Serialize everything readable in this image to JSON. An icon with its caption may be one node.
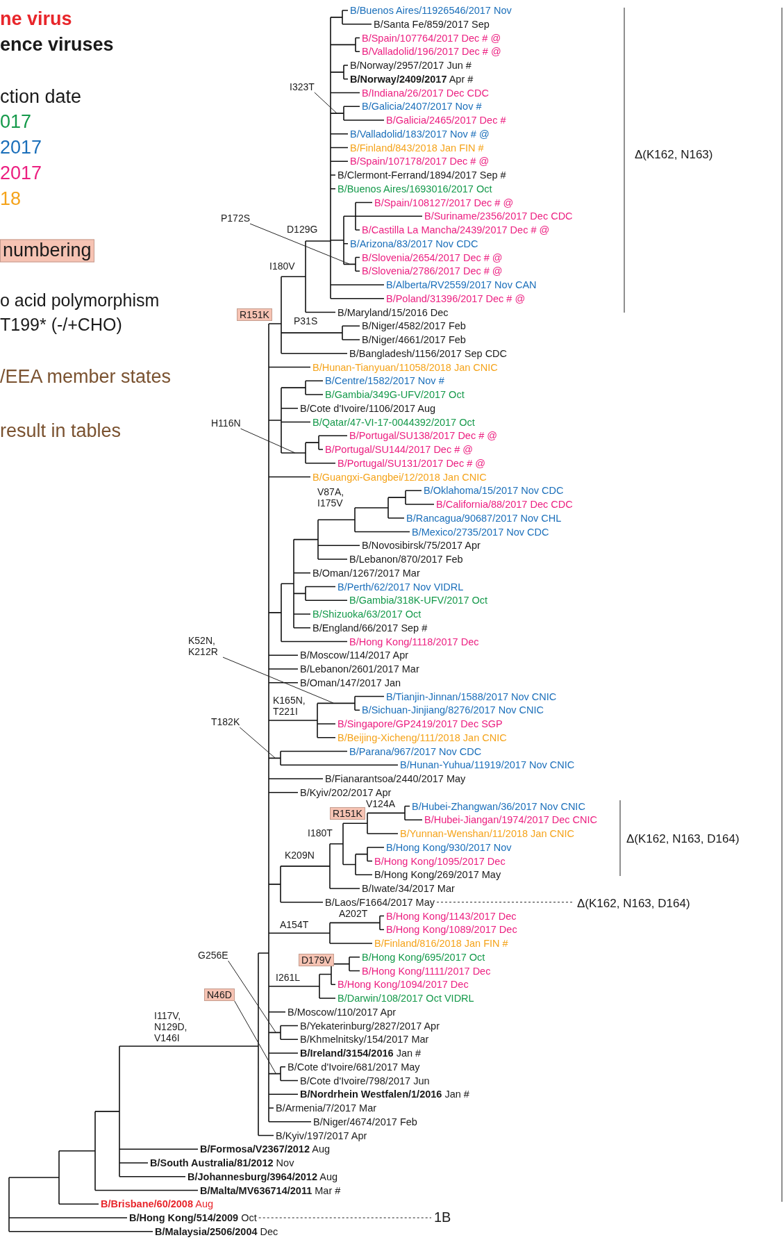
{
  "diagram": {
    "nodes": [
      {
        "text": [
          "numbering"
        ]
      },
      {
        "text": [
          "I323T"
        ]
      },
      {
        "text": [
          "P172S"
        ]
      },
      {
        "text": [
          "R151K"
        ]
      },
      {
        "text": [
          "H116N"
        ]
      },
      {
        "text": [
          "K52N, K212R"
        ]
      },
      {
        "text": [
          "T182K"
        ]
      },
      {
        "text": [
          "R151K"
        ]
      },
      {
        "text": [
          "B/Laos/F1664/2017 May"
        ]
      },
      {
        "text": [
          "Δ(K162, N163, D164)"
        ]
      },
      {
        "text": [
          "G256E"
        ]
      },
      {
        "text": [
          "D179V"
        ]
      },
      {
        "text": [
          "N46D"
        ]
      },
      {
        "text": [
          "**B/Hong Kong/514/2009** Oct"
        ]
      },
      {
        "text": [
          "1B"
        ]
      }
    ],
    "edges": [
      {
        "from": 1,
        "to": null,
        "arrow": "none"
      },
      {
        "from": 2,
        "to": null,
        "arrow": "none"
      },
      {
        "from": 4,
        "to": null,
        "arrow": "none"
      },
      {
        "from": 5,
        "to": null,
        "arrow": "none"
      },
      {
        "from": 6,
        "to": null,
        "arrow": "none"
      },
      {
        "from": 8,
        "to": 9,
        "arrow": "none",
        "style": "dashed"
      },
      {
        "from": 10,
        "to": null,
        "arrow": "none"
      },
      {
        "from": 12,
        "to": null,
        "arrow": "none"
      },
      {
        "from": 13,
        "to": 14,
        "arrow": "none",
        "style": "dashed"
      }
    ],
    "labels": [
      "ne virus",
      "ence viruses",
      "ction date",
      "017",
      "2017",
      "2017",
      "18",
      "o acid polymorphism",
      "T199* (-/+CHO)",
      "/EEA member states",
      "result in tables",
      "B/Buenos Aires/11926546/2017 Nov",
      "B/Santa Fe/859/2017 Sep",
      "B/Spain/107764/2017 Dec # @",
      "B/Valladolid/196/2017 Dec # @",
      "B/Norway/2957/2017 Jun #",
      "**B/Norway/2409/2017** Apr #",
      "B/Indiana/26/2017 Dec CDC",
      "B/Galicia/2407/2017 Nov #",
      "B/Galicia/2465/2017 Dec #",
      "B/Valladolid/183/2017 Nov # @",
      "B/Finland/843/2018 Jan FIN #",
      "Δ(K162, N163)",
      "B/Spain/107178/2017 Dec # @",
      "B/Clermont-Ferrand/1894/2017 Sep #",
      "B/Buenos Aires/1693016/2017 Oct",
      "B/Spain/108127/2017 Dec # @",
      "B/Suriname/2356/2017 Dec CDC",
      "B/Castilla La Mancha/2439/2017 Dec # @",
      "D129G",
      "B/Arizona/83/2017 Nov CDC",
      "B/Slovenia/2654/2017 Dec # @",
      "I180V",
      "B/Slovenia/2786/2017 Dec # @",
      "B/Alberta/RV2559/2017 Nov CAN",
      "B/Poland/31396/2017 Dec # @",
      "B/Maryland/15/2016 Dec",
      "P31S",
      "B/Niger/4582/2017 Feb",
      "B/Niger/4661/2017 Feb",
      "B/Bangladesh/1156/2017 Sep CDC",
      "B/Hunan-Tianyuan/11058/2018 Jan CNIC",
      "B/Centre/1582/2017 Nov #",
      "B/Gambia/349G-UFV/2017 Oct",
      "B/Cote d'Ivoire/1106/2017 Aug",
      "B/Qatar/47-VI-17-0044392/2017 Oct",
      "B/Portugal/SU138/2017 Dec # @",
      "B/Portugal/SU144/2017 Dec # @",
      "B/Portugal/SU131/2017 Dec # @",
      "B/Guangxi-Gangbei/12/2018 Jan CNIC",
      "V87A, I175V",
      "B/Oklahoma/15/2017 Nov CDC",
      "B/California/88/2017 Dec CDC",
      "B/Rancagua/90687/2017 Nov CHL",
      "B/Mexico/2735/2017 Nov CDC",
      "B/Novosibirsk/75/2017 Apr",
      "B/Lebanon/870/2017 Feb",
      "B/Oman/1267/2017 Mar",
      "B/Perth/62/2017 Nov VIDRL",
      "B/Gambia/318K-UFV/2017 Oct",
      "B/Shizuoka/63/2017 Oct",
      "B/England/66/2017 Sep #",
      "B/Hong Kong/1118/2017 Dec",
      "B/Moscow/114/2017 Apr",
      "B/Lebanon/2601/2017 Mar",
      "B/Oman/147/2017 Jan",
      "B/Tianjin-Jinnan/1588/2017 Nov CNIC",
      "K165N, T221I",
      "B/Sichuan-Jinjiang/8276/2017 Nov CNIC",
      "B/Singapore/GP2419/2017 Dec SGP",
      "B/Beijing-Xicheng/111/2018 Jan CNIC",
      "B/Parana/967/2017 Nov CDC",
      "B/Hunan-Yuhua/11919/2017 Nov CNIC",
      "B/Fianarantsoa/2440/2017 May",
      "B/Kyiv/202/2017 Apr",
      "V124A",
      "B/Hubei-Zhangwan/36/2017 Nov CNIC",
      "B/Hubei-Jiangan/1974/2017 Dec CNIC",
      "I180T",
      "B/Yunnan-Wenshan/11/2018 Jan CNIC",
      "Δ(K162, N163, D164)",
      "B/Hong Kong/930/2017 Nov",
      "K209N",
      "B/Hong Kong/1095/2017 Dec",
      "B/Hong Kong/269/2017 May",
      "B/Iwate/34/2017 Mar",
      "A202T",
      "B/Hong Kong/1143/2017 Dec",
      "A154T",
      "B/Hong Kong/1089/2017 Dec",
      "B/Finland/816/2018 Jan FIN #",
      "B/Hong Kong/695/2017 Oct",
      "B/Hong Kong/1111/2017 Dec",
      "I261L",
      "B/Hong Kong/1094/2017 Dec",
      "B/Darwin/108/2017 Oct VIDRL",
      "B/Moscow/110/2017 Apr",
      "B/Yekaterinburg/2827/2017 Apr",
      "I117V, N129D, V146I",
      "B/Khmelnitsky/154/2017 Mar",
      "**B/Ireland/3154/2016** Jan #",
      "B/Cote d'Ivoire/681/2017 May",
      "B/Cote d'Ivoire/798/2017 Jun",
      "**B/Nordrhein Westfalen/1/2016** Jan #",
      "B/Armenia/7/2017 Mar",
      "B/Niger/4674/2017 Feb",
      "B/Kyiv/197/2017 Apr",
      "**B/Formosa/V2367/2012** Aug",
      "**B/South Australia/81/2012** Nov",
      "**B/Johannesburg/3964/2012** Aug",
      "**B/Malta/MV636714/2011** Mar #",
      "**B/Brisbane/60/2008** Aug",
      "**B/Malaysia/2506/2004** Dec"
    ]
  }
}
